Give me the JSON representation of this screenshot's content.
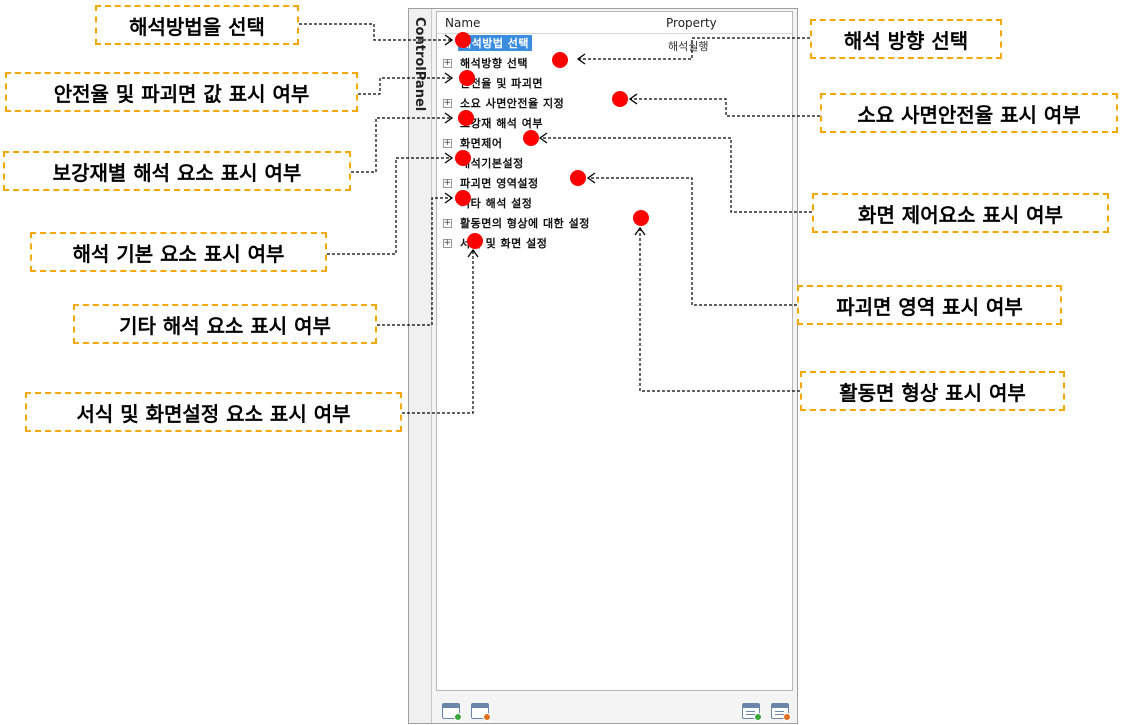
{
  "panel": {
    "caption": "ControlPanel",
    "columns": {
      "name": "Name",
      "property": "Property"
    },
    "selected_property_value": "해석실행",
    "tree": [
      {
        "label": "해석방법 선택",
        "expander": false,
        "selected": true
      },
      {
        "label": "해석방향 선택",
        "expander": true
      },
      {
        "label": "안전율 및 파괴면",
        "expander": false
      },
      {
        "label": "소요 사면안전율 지정",
        "expander": true
      },
      {
        "label": "보강재 해석 여부",
        "expander": false
      },
      {
        "label": "화면제어",
        "expander": true
      },
      {
        "label": "해석기본설정",
        "expander": false
      },
      {
        "label": "파괴면 영역설정",
        "expander": true
      },
      {
        "label": "기타 해석 설정",
        "expander": false
      },
      {
        "label": "활동면의 형상에 대한 설정",
        "expander": true
      },
      {
        "label": "서식 및 화면 설정",
        "expander": true
      }
    ],
    "toolbar": [
      {
        "icon": "add-window-icon",
        "badge_color": "#3aa53a"
      },
      {
        "icon": "remove-window-icon",
        "badge_color": "#e07020"
      },
      {
        "icon": "add-list-icon",
        "badge_color": "#3aa53a"
      },
      {
        "icon": "remove-list-icon",
        "badge_color": "#e07020"
      }
    ]
  },
  "callouts": {
    "method": "해석방법을 선택",
    "direction": "해석 방향 선택",
    "safety": "안전율 및 파괴면 값 표시 여부",
    "required_safety": "소요 사면안전율 표시 여부",
    "reinforcement": "보강재별 해석 요소 표시 여부",
    "screen_control": "화면 제어요소 표시 여부",
    "basic": "해석 기본 요소 표시 여부",
    "failure_area": "파괴면 영역 표시 여부",
    "other": "기타 해석 요소 표시 여부",
    "slip_shape": "활동면 형상 표시 여부",
    "format": "서식 및 화면설정 요소 표시 여부"
  },
  "colors": {
    "callout_border": "#f2a800",
    "marker": "#ff0000",
    "selection": "#3b8de0"
  }
}
